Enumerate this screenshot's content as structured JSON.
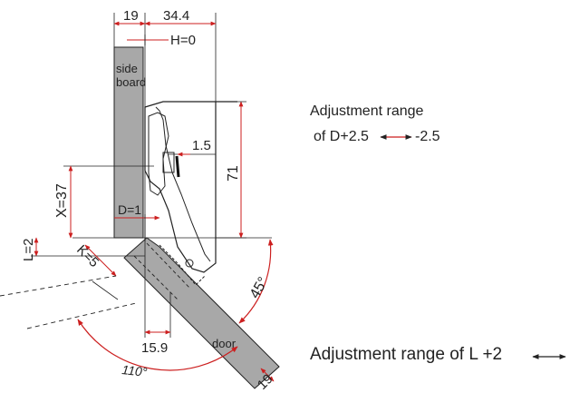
{
  "colors": {
    "board": "#a8a8a8",
    "ink": "#222222",
    "dimension_red": "#cc1f1f",
    "background": "#ffffff"
  },
  "dimensions": {
    "top_left": "19",
    "top_right": "34.4",
    "h": "H=0",
    "gap": "1.5",
    "height": "71",
    "x": "X=37",
    "d": "D=1",
    "l": "L=2",
    "k": "K=5",
    "offset": "15.9",
    "angle_open": "45°",
    "angle_full": "110°",
    "door_thickness": "19"
  },
  "labels": {
    "side_board_line1": "side",
    "side_board_line2": "board",
    "door": "door"
  },
  "notes": {
    "adjust_d_line1": "Adjustment range",
    "adjust_d_line2_left": "of D+2.5",
    "adjust_d_line2_right": "-2.5",
    "adjust_l_left": "Adjustment range of L +2"
  }
}
